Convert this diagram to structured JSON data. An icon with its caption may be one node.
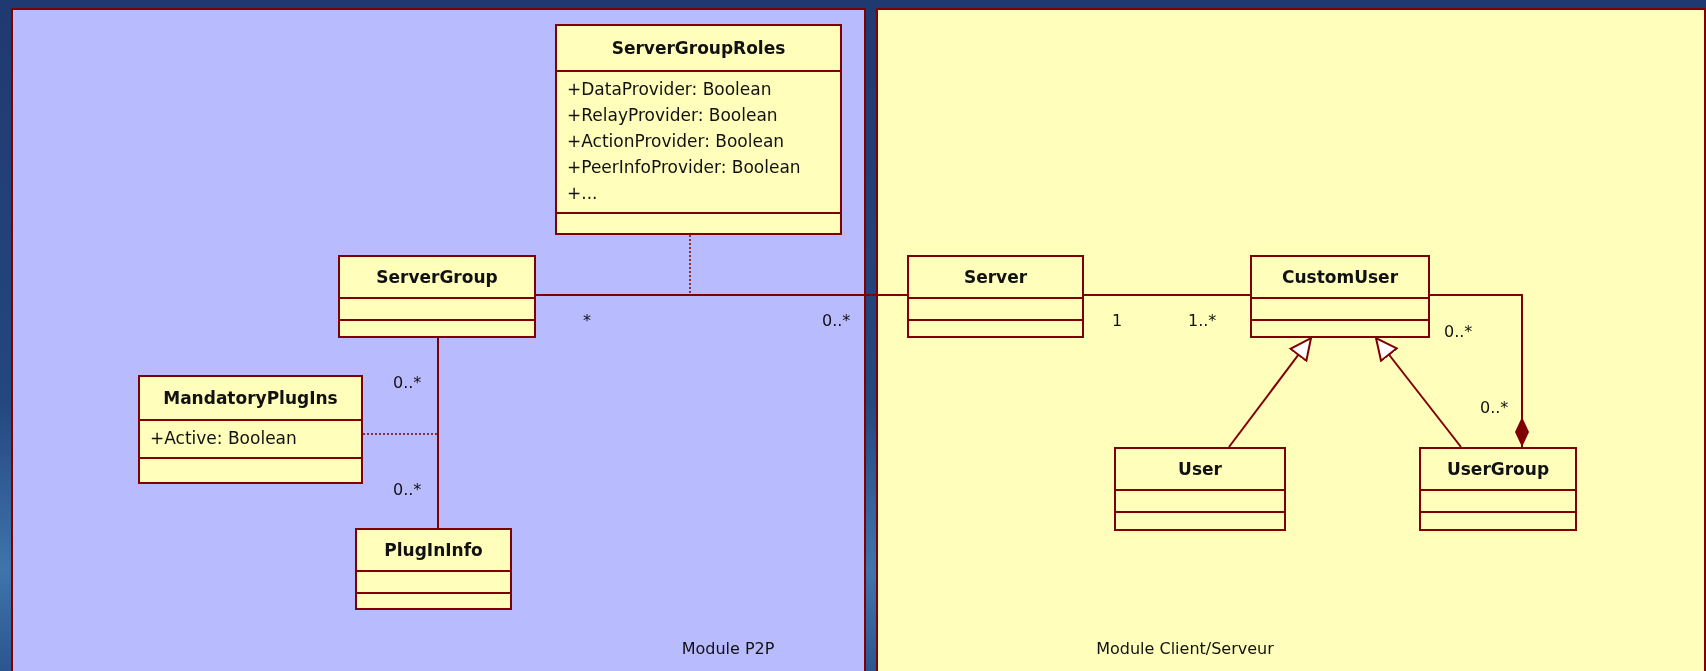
{
  "diagram": {
    "nodes": [
      {
        "text": [
          "Module P2P"
        ]
      },
      {
        "text": [
          "ServerGroupRoles",
          "+DataProvider: Boolean",
          "+RelayProvider: Boolean",
          "+ActionProvider: Boolean",
          "+PeerInfoProvider: Boolean",
          "+..."
        ],
        "in": 0
      },
      {
        "text": [
          "ServerGroup"
        ],
        "in": 0
      },
      {
        "text": [
          "MandatoryPlugIns",
          "+Active: Boolean"
        ],
        "in": 0
      },
      {
        "text": [
          "PlugInInfo"
        ],
        "in": 0
      },
      {
        "text": [
          "Module Client/Serveur"
        ]
      },
      {
        "text": [
          "Server"
        ],
        "in": 5
      },
      {
        "text": [
          "CustomUser"
        ],
        "in": 5
      },
      {
        "text": [
          "User"
        ],
        "in": 5
      },
      {
        "text": [
          "UserGroup"
        ],
        "in": 5
      }
    ],
    "edges": [
      {
        "from": 2,
        "to": 6,
        "arrow": "none"
      },
      {
        "from": 1,
        "to": null,
        "arrow": "none",
        "style": "dashed"
      },
      {
        "from": 2,
        "to": 4,
        "arrow": "none"
      },
      {
        "from": 3,
        "to": null,
        "arrow": "none",
        "style": "dashed"
      },
      {
        "from": 6,
        "to": 7,
        "arrow": "none"
      },
      {
        "from": 8,
        "to": 7,
        "arrow": "to"
      },
      {
        "from": 9,
        "to": 7,
        "arrow": "to"
      },
      {
        "from": 7,
        "to": 9,
        "arrow": "other"
      }
    ],
    "labels": [
      "*",
      "0..*",
      "1",
      "1..*",
      "0..*",
      "0..*",
      "0..*",
      "0..*"
    ]
  }
}
